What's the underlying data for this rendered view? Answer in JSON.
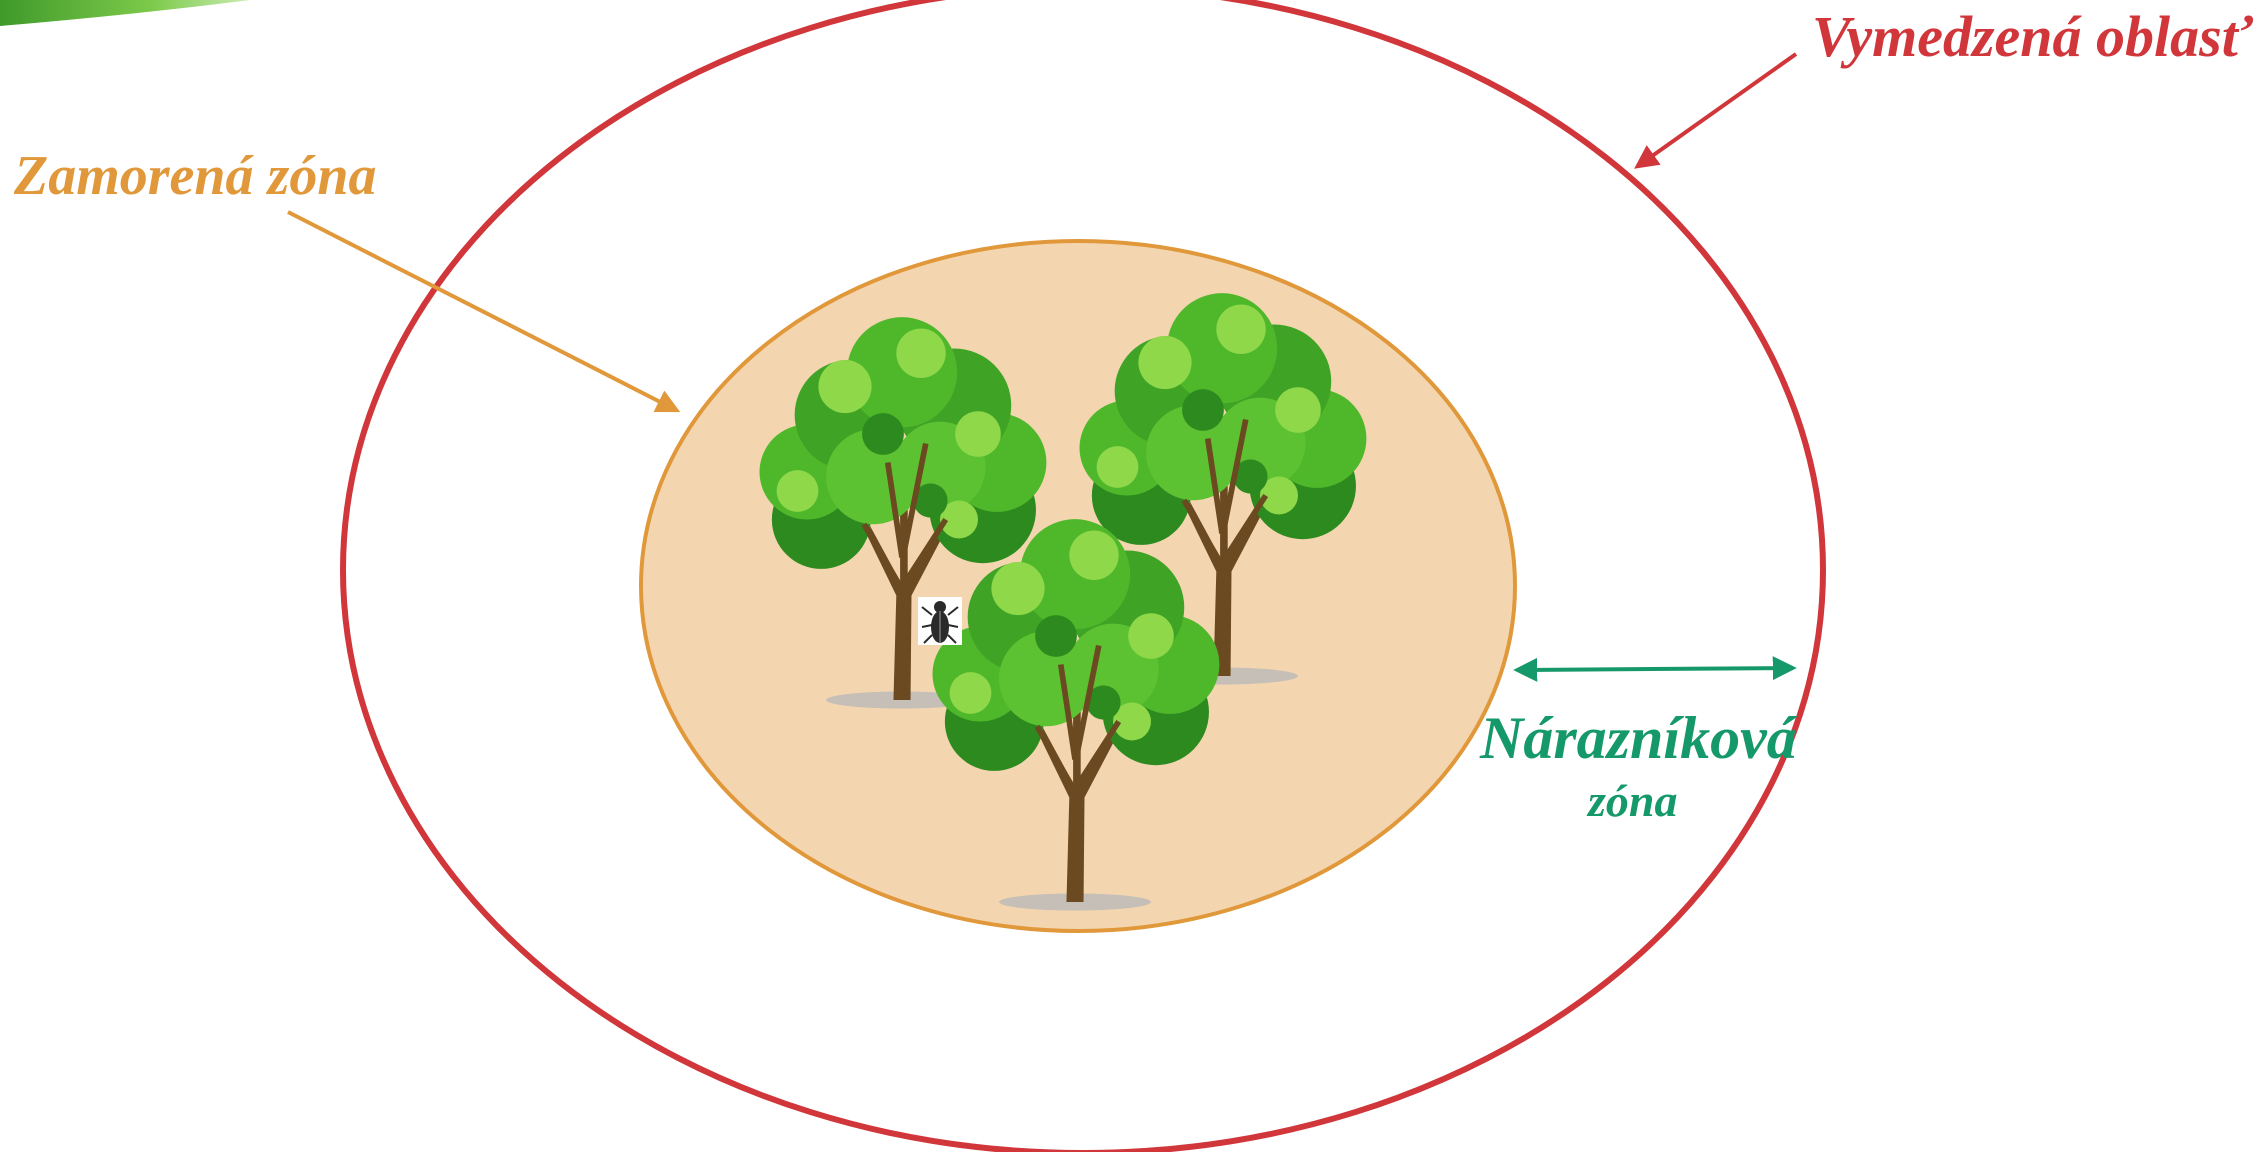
{
  "labels": {
    "defined_area": "Vymedzená oblasť",
    "infested_zone": "Zamorená zóna",
    "buffer_zone_line1": "Nárazníková",
    "buffer_zone_line2": "zóna"
  },
  "colors": {
    "defined_area": "#d0363a",
    "infested_zone_stroke": "#e0983a",
    "infested_zone_fill": "#f3d6b0",
    "buffer_zone": "#16996a",
    "foliage": "#4fb82a",
    "foliage_dark": "#2d8a1e",
    "foliage_light": "#8ed84a",
    "trunk": "#6b4a22",
    "leaf_decoration": "#6fb83a"
  },
  "icons": [
    "leaf-decoration",
    "tree-icon",
    "beetle-icon"
  ]
}
